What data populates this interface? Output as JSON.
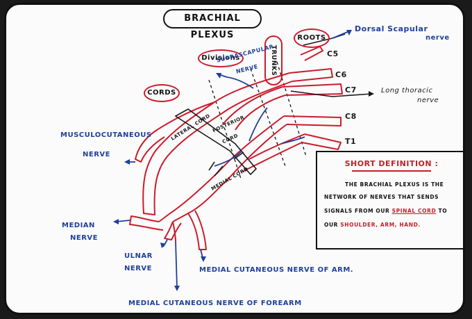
{
  "title": "BRACHIAL PLEXUS",
  "sections": {
    "divisions": "Divisions",
    "cords": "CORDS",
    "trunks": "TRUNKS",
    "roots": "ROOTS"
  },
  "roots": [
    "C5",
    "C6",
    "C7",
    "C8",
    "T1"
  ],
  "nerves": {
    "dorsal_scapular": [
      "Dorsal Scapular",
      "nerve"
    ],
    "suprascapular": [
      "SUPRASCAPULAR",
      "NERVE"
    ],
    "long_thoracic": [
      "Long thoracic",
      "nerve"
    ],
    "musculocutaneous": [
      "MUSCULOCUTANEOUS",
      "NERVE"
    ],
    "median": [
      "MEDIAN",
      "NERVE"
    ],
    "ulnar": [
      "ULNAR",
      "NERVE"
    ],
    "medial_cutaneous_arm": "MEDIAL CUTANEOUS NERVE OF ARM.",
    "medial_cutaneous_forearm": "MEDIAL CUTANEOUS NERVE OF FOREARM"
  },
  "cord_labels": {
    "lateral": "LATERAL CORD",
    "posterior": [
      "POSTERIOR",
      "CORD"
    ],
    "medial": "MEDIAL CORD"
  },
  "definition": {
    "heading": "SHORT DEFINITION :",
    "line1": "THE BRACHIAL PLEXUS IS THE",
    "line2": "NETWORK OF NERVES THAT SENDS",
    "line3_pre": "SIGNALS FROM OUR ",
    "line3_hl": "SPINAL CORD",
    "line3_post": " TO",
    "line4_pre": "OUR ",
    "line4_hl": "SHOULDER, ARM, HAND."
  },
  "colors": {
    "background": "#fbfbfb",
    "red_marker": "#cc1b2b",
    "blue_marker": "#1f3f9a",
    "black_marker": "#1a1a1a"
  }
}
